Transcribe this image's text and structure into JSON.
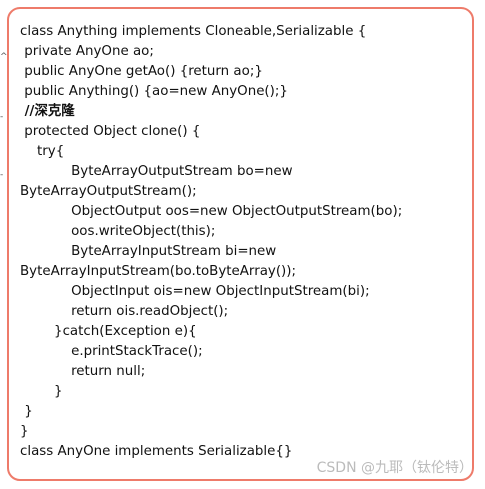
{
  "code_lines": [
    "class Anything implements Cloneable,Serializable {",
    " private AnyOne ao;",
    " public AnyOne getAo() {return ao;}",
    " public Anything() {ao=new AnyOne();}",
    " //深克隆",
    " protected Object clone() {",
    "    try{",
    "            ByteArrayOutputStream bo=new",
    "ByteArrayOutputStream();",
    "            ObjectOutput oos=new ObjectOutputStream(bo);",
    "            oos.writeObject(this);",
    "            ByteArrayInputStream bi=new",
    "ByteArrayInputStream(bo.toByteArray());",
    "            ObjectInput ois=new ObjectInputStream(bi);",
    "            return ois.readObject();",
    "        }catch(Exception e){",
    "            e.printStackTrace();",
    "            return null;",
    "        }",
    " }",
    "}",
    "class AnyOne implements Serializable{}"
  ],
  "watermark": "CSDN @九耶（钛伦特）",
  "edge_marks": [
    "^",
    "-",
    "-"
  ],
  "colors": {
    "frame_border": "#ee7b6a",
    "text": "#111111",
    "watermark": "#bbbbbb"
  }
}
